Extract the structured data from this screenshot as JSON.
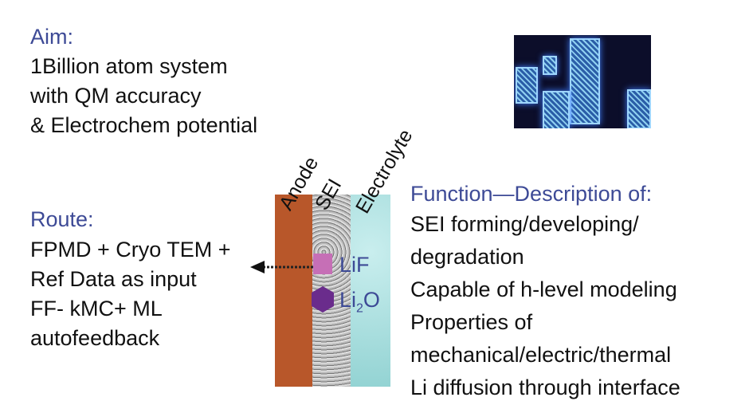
{
  "aim": {
    "heading": "Aim:",
    "lines": [
      "1Billion atom system",
      "with QM accuracy",
      "& Electrochem potential"
    ]
  },
  "route": {
    "heading": "Route:",
    "lines": [
      "FPMD + Cryo TEM +",
      "Ref Data as input",
      "FF- kMC+ ML",
      "autofeedback"
    ]
  },
  "function": {
    "heading": "Function—Description of:",
    "lines": [
      "SEI forming/developing/",
      "degradation",
      "Capable of h-level modeling",
      "Properties of",
      "mechanical/electric/thermal",
      "Li diffusion through interface"
    ]
  },
  "diagram": {
    "layers": [
      "Anode",
      "SEI",
      "Electrolyte"
    ],
    "species": {
      "lif": "LiF",
      "li2o_prefix": "Li",
      "li2o_sub": "2",
      "li2o_suffix": "O"
    },
    "colors": {
      "anode": "#b8572a",
      "sei": "#a9a9a9",
      "electrolyte": "#a8dede",
      "lif": "#c66fb6",
      "li2o": "#6a2c8c",
      "accent": "#3d4a96"
    }
  }
}
